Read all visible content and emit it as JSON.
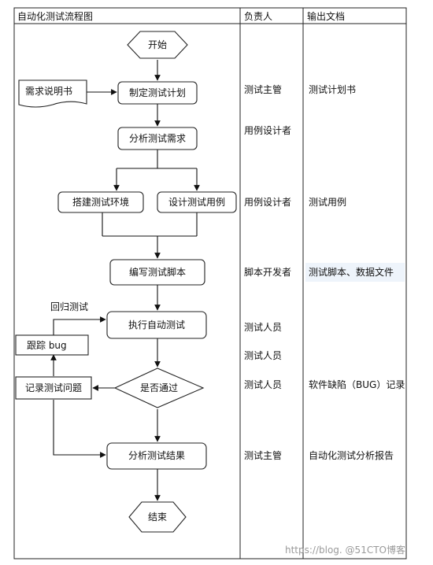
{
  "table": {
    "headers": {
      "flow": "自动化测试流程图",
      "owner": "负责人",
      "output": "输出文档"
    },
    "owners": {
      "plan": "测试主管",
      "analyze": "用例设计者",
      "design": "用例设计者",
      "script": "脚本开发者",
      "exec1": "测试人员",
      "exec2": "测试人员",
      "exec3": "测试人员",
      "report": "测试主管"
    },
    "outputs": {
      "plan": "测试计划书",
      "design": "测试用例",
      "script": "测试脚本、数据文件",
      "bug": "软件缺陷（BUG）记录",
      "report": "自动化测试分析报告"
    }
  },
  "flow": {
    "start": "开始",
    "requirements_doc": "需求说明书",
    "make_plan": "制定测试计划",
    "analyze_req": "分析测试需求",
    "build_env": "搭建测试环境",
    "design_cases": "设计测试用例",
    "write_scripts": "编写测试脚本",
    "execute": "执行自动测试",
    "regression": "回归测试",
    "track_bug": "跟踪 bug",
    "record_issues": "记录测试问题",
    "passed": "是否通过",
    "analyze_results": "分析测试结果",
    "end": "结束"
  },
  "watermark": "https://blog. @51CTO博客"
}
